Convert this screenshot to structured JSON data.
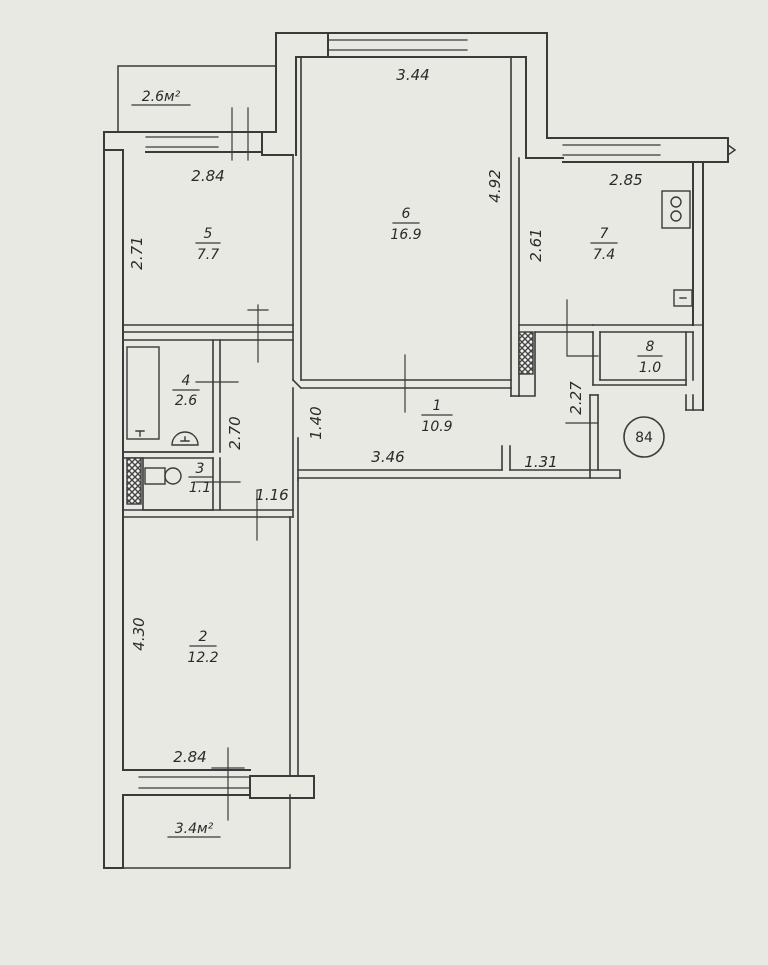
{
  "plan": {
    "apartment_number": "84",
    "colors": {
      "paper": "#e9e9e4",
      "ink": "#3a3a3a",
      "hatch": "#555555"
    },
    "rooms": [
      {
        "id": "room-1",
        "number": "1",
        "area": "10.9"
      },
      {
        "id": "room-2",
        "number": "2",
        "area": "12.2"
      },
      {
        "id": "room-3",
        "number": "3",
        "area": "1.1"
      },
      {
        "id": "room-4",
        "number": "4",
        "area": "2.6"
      },
      {
        "id": "room-5",
        "number": "5",
        "area": "7.7"
      },
      {
        "id": "room-6",
        "number": "6",
        "area": "16.9"
      },
      {
        "id": "room-7",
        "number": "7",
        "area": "7.4"
      },
      {
        "id": "room-8",
        "number": "8",
        "area": "1.0"
      }
    ],
    "balconies": [
      {
        "id": "balcony-top",
        "area": "2.6м²"
      },
      {
        "id": "balcony-bottom",
        "area": "3.4м²"
      }
    ],
    "dimensions": [
      {
        "id": "dim-room6-width",
        "value": "3.44"
      },
      {
        "id": "dim-room6-depth",
        "value": "4.92"
      },
      {
        "id": "dim-room5-width",
        "value": "2.84"
      },
      {
        "id": "dim-room5-depth",
        "value": "2.71"
      },
      {
        "id": "dim-room7-width",
        "value": "2.85"
      },
      {
        "id": "dim-room7-depth",
        "value": "2.61"
      },
      {
        "id": "dim-hall-depth",
        "value": "2.27"
      },
      {
        "id": "dim-hall-width",
        "value": "1.40"
      },
      {
        "id": "dim-corridor-length",
        "value": "3.46"
      },
      {
        "id": "dim-corridor-end",
        "value": "1.31"
      },
      {
        "id": "dim-lobby-depth",
        "value": "2.70"
      },
      {
        "id": "dim-lobby-width",
        "value": "1.16"
      },
      {
        "id": "dim-room2-depth",
        "value": "4.30"
      },
      {
        "id": "dim-room2-width",
        "value": "2.84"
      }
    ]
  }
}
